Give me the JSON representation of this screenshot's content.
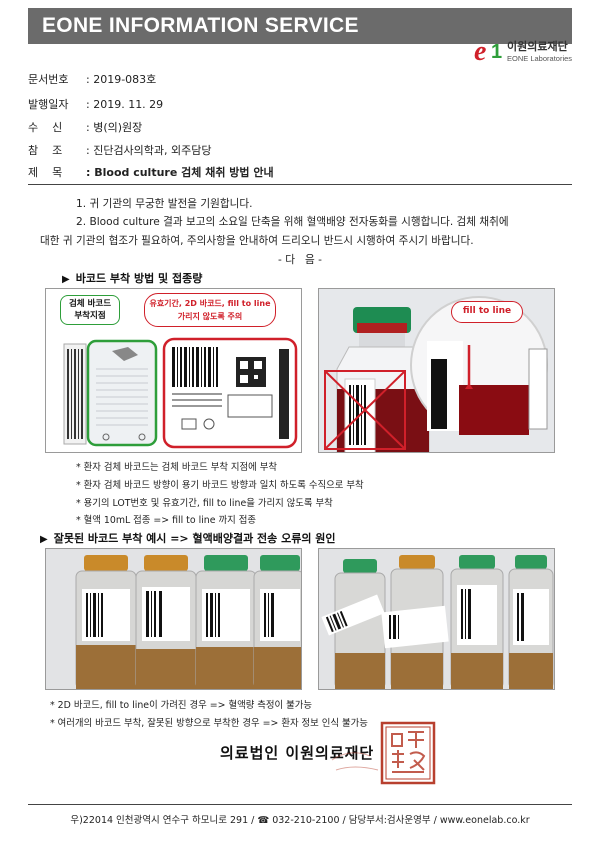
{
  "header": {
    "banner_title": "EONE INFORMATION SERVICE",
    "logo_ko": "이원의료재단",
    "logo_en": "EONE Laboratories"
  },
  "meta": [
    {
      "label": "문서번호",
      "value": ": 2019-083호"
    },
    {
      "label": "발행일자",
      "value": ": 2019. 11. 29"
    },
    {
      "label": "수    신",
      "value": ": 병(의)원장"
    },
    {
      "label": "참    조",
      "value": ": 진단검사의학과, 외주담당"
    },
    {
      "label": "제    목",
      "value": ": Blood culture 검체 채취 방법 안내"
    }
  ],
  "body": {
    "p1": "1. 귀 기관의 무궁한 발전을 기원합니다.",
    "p2_line1": "2. Blood culture 결과 보고의 소요일 단축을 위해 혈액배양 전자동화를 시행합니다. 검체 채취에",
    "p2_line2": "대한 귀 기관의 협조가 필요하여, 주의사항을 안내하여 드리오니 반드시 시행하여 주시기 바랍니다.",
    "dagum": "- 다   음 -"
  },
  "section1": {
    "title": "바코드 부착 방법 및 접종량",
    "callout_attach": "검체 바코드\n부착지점",
    "callout_caution_l1": "유효기간, 2D 바코드, fill to line",
    "callout_caution_l2": "가리지 않도록 주의",
    "fill_to_line": "fill to line",
    "bullets": [
      "* 환자 검체 바코드는 검체 바코드 부착 지점에 부착",
      "* 환자 검체 바코드 방향이 용기 바코드 방향과 일치 하도록 수직으로 부착",
      "* 용기의 LOT번호 및 유효기간, fill to line을 가리지 않도록 부착",
      "* 혈액 10mL 접종 => fill to line 까지 접종"
    ]
  },
  "section2": {
    "title": "잘못된 바코드 부착 예시 => 혈액배양결과 전송 오류의 원인",
    "bullets": [
      "* 2D 바코드, fill to line이 가려진 경우 => 혈액량 측정이 불가능",
      "* 여러개의 바코드 부착, 잘못된 방향으로 부착한 경우 => 환자 정보 인식 불가능"
    ]
  },
  "signature": "의료법인 이원의료재단",
  "footer": "우)22014 인천광역시 연수구 하모니로 291 / ☎ 032-210-2100 / 담당부서:검사운영부 / www.eonelab.co.kr",
  "colors": {
    "banner": "#6b6b6b",
    "accent_red": "#d0202a",
    "accent_green": "#2e9e3a",
    "seal_red": "#b8402f"
  }
}
